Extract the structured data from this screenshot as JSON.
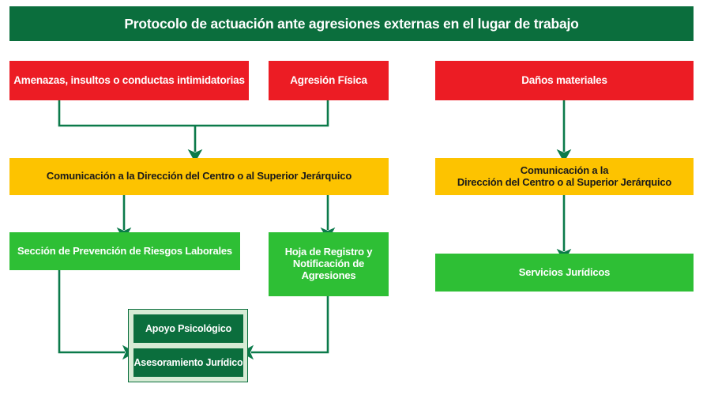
{
  "title": {
    "text": "Protocolo de actuación ante agresiones externas en el lugar de trabajo"
  },
  "colors": {
    "title_bg": "#0b6e3d",
    "red": "#ec1c24",
    "yellow": "#fdc300",
    "green": "#2ebf35",
    "dark_green": "#0b6e3d",
    "light_green": "#d7ebd5",
    "connector": "#0b7a4a",
    "white": "#ffffff"
  },
  "nodes": {
    "threats": "Amenazas, insultos o conductas intimidatorias",
    "physical_aggression": "Agresión Física",
    "material_damage": "Daños materiales",
    "communication_left": "Comunicación a la Dirección del Centro o al Superior Jerárquico",
    "communication_right_line1": "Comunicación a la",
    "communication_right_line2": "Dirección del Centro o al Superior Jerárquico",
    "prevention_section": "Sección de Prevención de Riesgos Laborales",
    "record_sheet_line1": "Hoja de Registro y",
    "record_sheet_line2": "Notificación de Agresiones",
    "legal_services": "Servicios Jurídicos",
    "psychological_support": "Apoyo Psicológico",
    "legal_advice": "Asesoramiento Jurídico"
  }
}
